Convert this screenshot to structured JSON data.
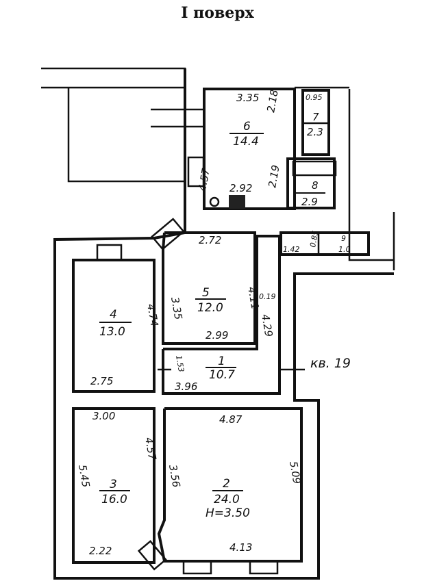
{
  "title": "I поверх",
  "rooms": {
    "r1": {
      "num": "1",
      "area": "10.7",
      "dims": [
        "1.53",
        "3.96"
      ]
    },
    "r2": {
      "num": "2",
      "area": "24.0",
      "height": "H=3.50",
      "dims": [
        "4.87",
        "3.56",
        "5.09",
        "4.13"
      ]
    },
    "r3": {
      "num": "3",
      "area": "16.0",
      "dims": [
        "3.00",
        "5.45",
        "4.57",
        "2.22"
      ]
    },
    "r4": {
      "num": "4",
      "area": "13.0",
      "dims": [
        "4.74",
        "2.75"
      ]
    },
    "r5": {
      "num": "5",
      "area": "12.0",
      "dims": [
        "2.72",
        "3.35",
        "4.11",
        "2.99",
        "0.19",
        "4.29"
      ]
    },
    "r6": {
      "num": "6",
      "area": "14.4",
      "dims": [
        "3.35",
        "2.18",
        "4.57",
        "2.92",
        "2.19"
      ]
    },
    "r7": {
      "num": "7",
      "area": "2.3",
      "dims": [
        "0.95"
      ]
    },
    "r8": {
      "num": "8",
      "area": "2.9"
    },
    "r9": {
      "num": "9",
      "area": "1.0",
      "dims": [
        "1.42",
        "0.85"
      ]
    }
  },
  "apartment_label": "кв. 19"
}
